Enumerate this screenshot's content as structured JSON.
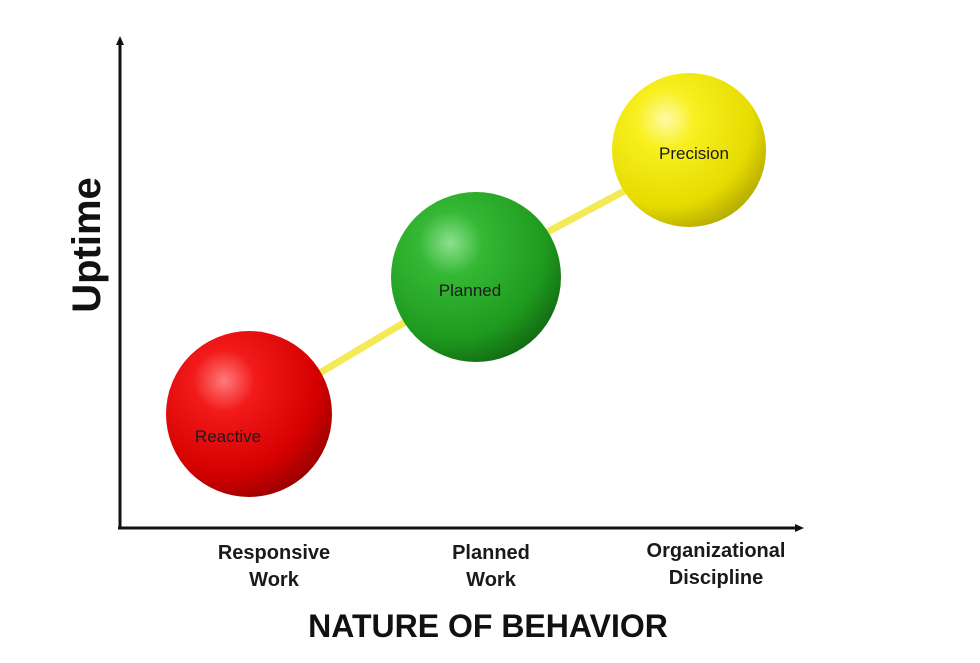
{
  "diagram": {
    "y_axis_title": "Uptime",
    "x_axis_title": "NATURE OF BEHAVIOR",
    "x_ticks": [
      {
        "lines": [
          "Responsive",
          "Work"
        ]
      },
      {
        "lines": [
          "Planned",
          "Work"
        ]
      },
      {
        "lines": [
          "Organizational",
          "Discipline"
        ]
      }
    ],
    "stages": [
      {
        "label": "Reactive",
        "color": "#e60000"
      },
      {
        "label": "Planned",
        "color": "#22a822"
      },
      {
        "label": "Precision",
        "color": "#f2ec00"
      }
    ],
    "connector_color": "#f3ea55",
    "axis_color": "#111111"
  }
}
